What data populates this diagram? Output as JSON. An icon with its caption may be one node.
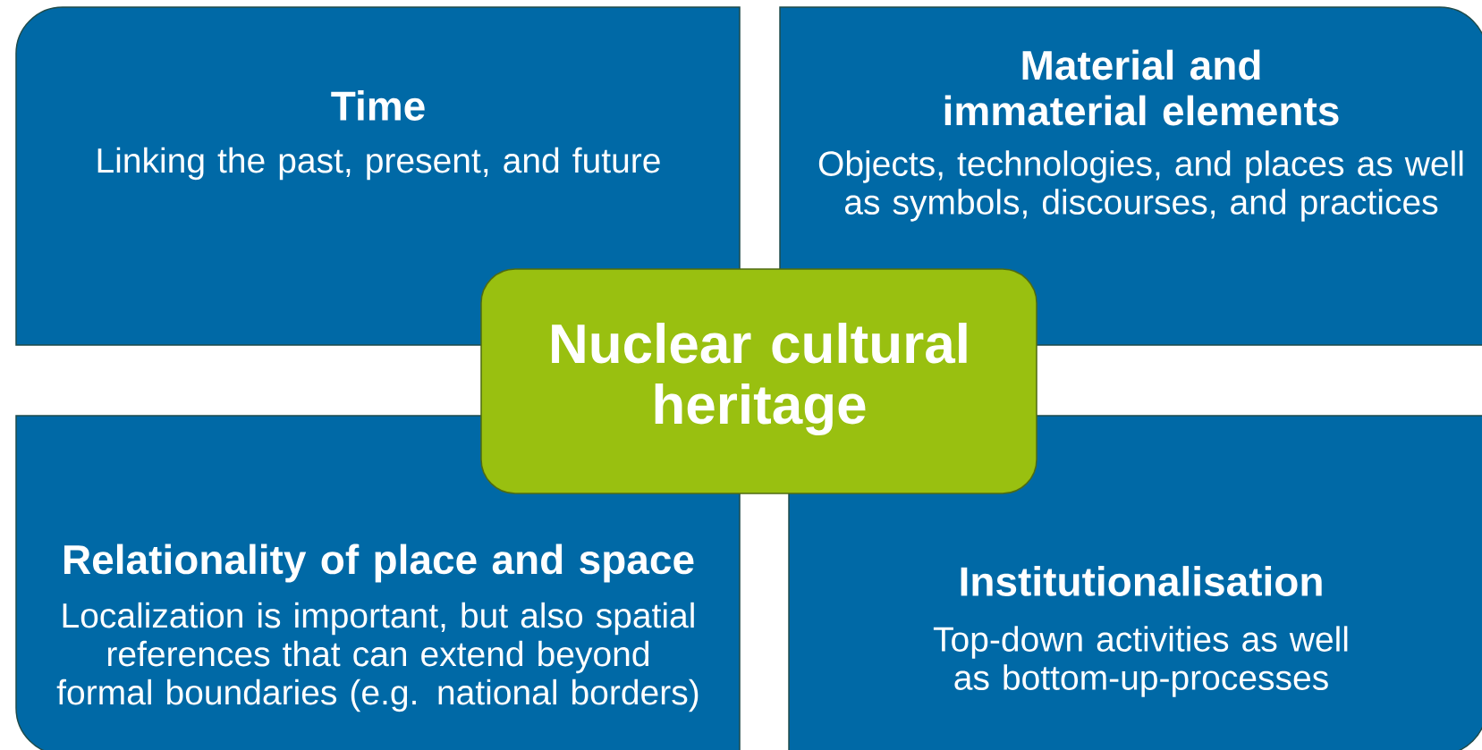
{
  "diagram": {
    "nodes": [
      {
        "text": [
          "Time",
          "Linking the past, present, and future"
        ]
      },
      {
        "text": [
          "Material and immaterial elements",
          "Objects, technologies, and places as well as symbols, discourses, and practices"
        ]
      },
      {
        "text": [
          "Nuclear cultural heritage"
        ]
      },
      {
        "text": [
          "Relationality of place and space",
          "Localization is important, but also spatial references that can extend beyond formal boundaries (e.g. national borders)"
        ]
      },
      {
        "text": [
          "Institutionalisation",
          "Top-down activities as well as bottom-up-processes"
        ]
      }
    ]
  }
}
